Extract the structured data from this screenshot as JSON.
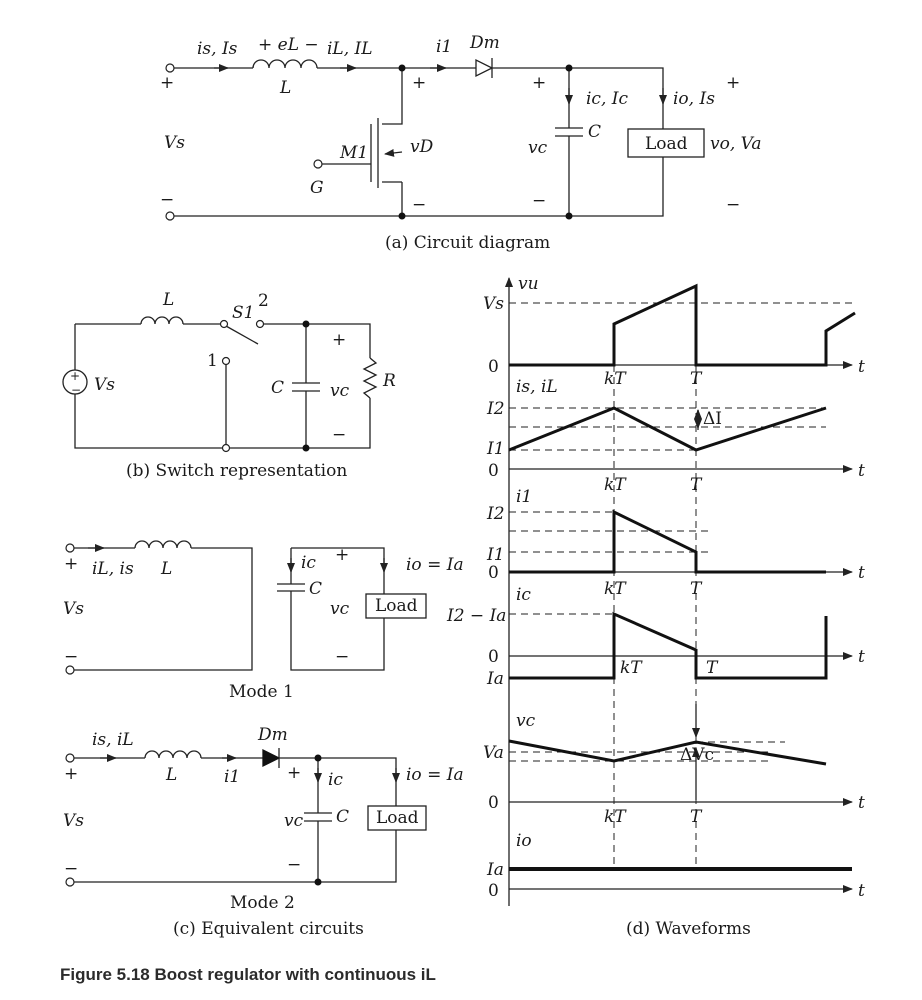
{
  "figure": {
    "title": "Figure 5.18 Boost regulator with continuous iL"
  },
  "captions": {
    "a": "(a) Circuit diagram",
    "b": "(b) Switch representation",
    "c": "(c) Equivalent circuits",
    "d": "(d) Waveforms",
    "mode1": "Mode 1",
    "mode2": "Mode 2"
  },
  "circuit_a": {
    "is_Is": "is, Is",
    "eL": "+ eL −",
    "iL_IL": "iL, IL",
    "L": "L",
    "i1": "i1",
    "Dm": "Dm",
    "Vs": "Vs",
    "M1": "M1",
    "vD": "vD",
    "G": "G",
    "vc": "vc",
    "ic_Ic": "ic, Ic",
    "C": "C",
    "io_Is": "io, Is",
    "load": "Load",
    "vo_Va": "vo, Va"
  },
  "circuit_b": {
    "L": "L",
    "S1": "S1",
    "pos2": "2",
    "pos1": "1",
    "Vs": "Vs",
    "C": "C",
    "vc": "vc",
    "R": "R"
  },
  "mode1": {
    "iL_is": "iL, is",
    "L": "L",
    "Vs": "Vs",
    "ic": "ic",
    "C": "C",
    "vc": "vc",
    "io": "io = Ia",
    "load": "Load"
  },
  "mode2": {
    "is_iL": "is, iL",
    "L": "L",
    "i1": "i1",
    "Dm": "Dm",
    "Vs": "Vs",
    "ic": "ic",
    "C": "C",
    "vc": "vc",
    "io": "io = Ia",
    "load": "Load"
  },
  "waveforms": {
    "t": "t",
    "kT": "kT",
    "T": "T",
    "zero": "0",
    "vu": "vu",
    "Vs": "Vs",
    "is_iL": "is, iL",
    "I2": "I2",
    "I1": "I1",
    "dI": "ΔI",
    "i1": "i1",
    "ic": "ic",
    "I2_minus_Ia": "I2 − Ia",
    "Ia": "Ia",
    "vc": "vc",
    "Va": "Va",
    "dVc": "ΔVc",
    "io": "io"
  },
  "colors": {
    "ink": "#222222",
    "background": "#ffffff"
  }
}
